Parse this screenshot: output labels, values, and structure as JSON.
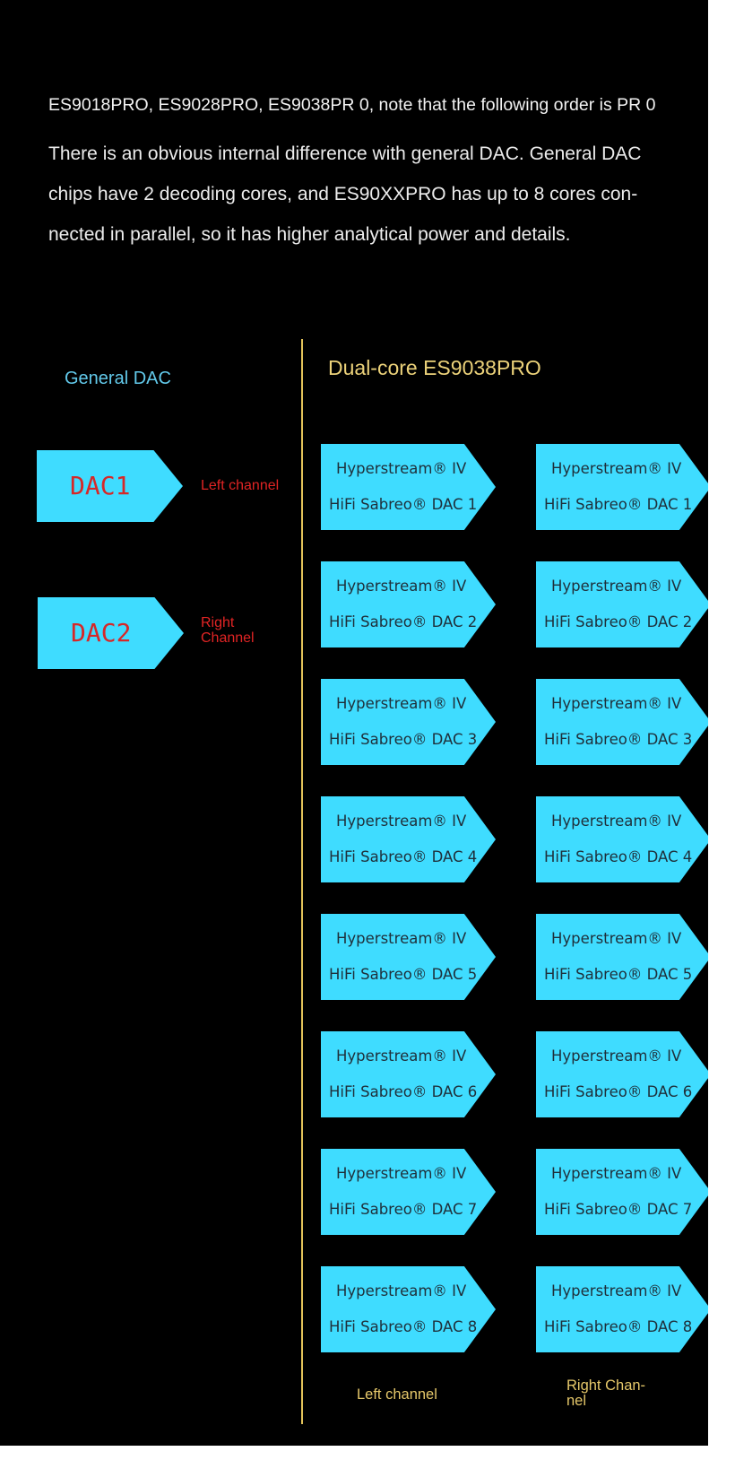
{
  "header_line": "ES9018PRO, ES9028PRO, ES9038PR 0, note that the following order is PR 0",
  "intro_lines": [
    "There is an obvious internal difference with general DAC. General DAC",
    "chips have 2 decoding cores, and ES90XXPRO has up to 8 cores con-",
    "nected in parallel, so it has higher analytical power and details."
  ],
  "general": {
    "title": "General DAC",
    "blocks": [
      {
        "label": "DAC1",
        "channel_lines": [
          "Left channel"
        ]
      },
      {
        "label": "DAC2",
        "channel_lines": [
          "Right",
          "Channel"
        ]
      }
    ]
  },
  "dual": {
    "title": "Dual-core ES9038PRO",
    "core_line1": "Hyperstream® IV",
    "columns": [
      {
        "cores": [
          "HiFi Sabreo® DAC 1",
          "HiFi Sabreo® DAC 2",
          "HiFi Sabreo® DAC 3",
          "HiFi Sabreo® DAC 4",
          "HiFi Sabreo® DAC 5",
          "HiFi Sabreo® DAC 6",
          "HiFi Sabreo® DAC 7",
          "HiFi Sabreo® DAC 8"
        ],
        "footer_lines": [
          "Left channel"
        ]
      },
      {
        "cores": [
          "HiFi Sabreo® DAC 1",
          "HiFi Sabreo® DAC 2",
          "HiFi Sabreo® DAC 3",
          "HiFi Sabreo® DAC 4",
          "HiFi Sabreo® DAC 5",
          "HiFi Sabreo® DAC 6",
          "HiFi Sabreo® DAC 7",
          "HiFi Sabreo® DAC 8"
        ],
        "footer_lines": [
          "Right Chan-",
          "nel"
        ]
      }
    ]
  },
  "colors": {
    "background": "#000000",
    "arrow_fill": "#3fdcff",
    "divider": "#e3c35a",
    "general_title": "#62c9ea",
    "dual_title": "#ecd27a",
    "channel_red": "#e02424"
  }
}
